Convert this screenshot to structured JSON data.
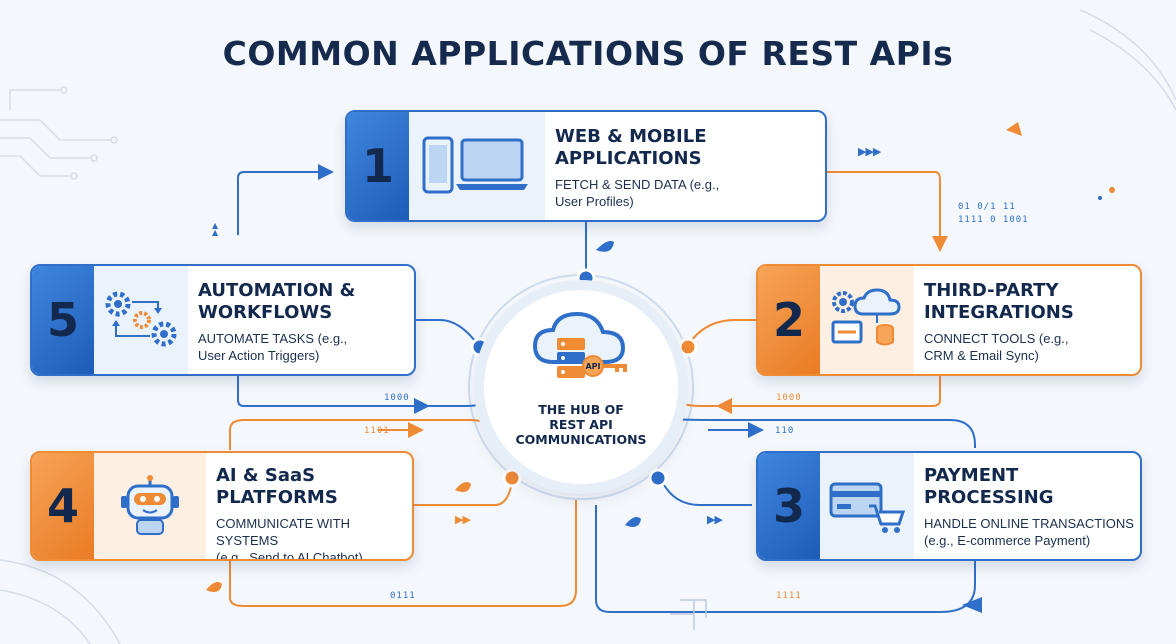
{
  "title": "COMMON APPLICATIONS OF REST APIs",
  "hub": {
    "lines": [
      "THE HUB OF",
      "REST API",
      "COMMUNICATIONS"
    ],
    "icon_label": "API",
    "icon": "cloud-server-key-icon"
  },
  "cards": [
    {
      "number": "1",
      "title_lines": [
        "WEB & MOBILE",
        "APPLICATIONS"
      ],
      "desc_lines": [
        "FETCH & SEND DATA (e.g.,",
        "User Profiles)"
      ],
      "icon": "phone-laptop-icon",
      "accent": "#2f6fc9"
    },
    {
      "number": "2",
      "title_lines": [
        "THIRD-PARTY",
        "INTEGRATIONS"
      ],
      "desc_lines": [
        "CONNECT TOOLS (e.g.,",
        "CRM & Email Sync)"
      ],
      "icon": "gear-cloud-database-icon",
      "accent": "#ef8a35"
    },
    {
      "number": "3",
      "title_lines": [
        "PAYMENT",
        "PROCESSING"
      ],
      "desc_lines": [
        "HANDLE ONLINE TRANSACTIONS",
        "(e.g., E-commerce Payment)"
      ],
      "icon": "credit-card-cart-icon",
      "accent": "#2f6fc9"
    },
    {
      "number": "4",
      "title_lines": [
        "AI & SaaS",
        "PLATFORMS"
      ],
      "desc_lines": [
        "COMMUNICATE WITH SYSTEMS",
        "(e.g., Send to AI Chatbot)"
      ],
      "icon": "robot-icon",
      "accent": "#ef8a35"
    },
    {
      "number": "5",
      "title_lines": [
        "AUTOMATION &",
        "WORKFLOWS"
      ],
      "desc_lines": [
        "AUTOMATE TASKS (e.g.,",
        "User Action Triggers)"
      ],
      "icon": "gears-workflow-icon",
      "accent": "#2f6fc9"
    }
  ],
  "code_snippets": [
    "01 0/1 11",
    "1111 0 1001",
    "1000",
    "1000",
    "1101",
    "110",
    "0111",
    "1111"
  ],
  "colors": {
    "blue": "#2f6fc9",
    "orange": "#ef8a35",
    "navy": "#13284d"
  }
}
